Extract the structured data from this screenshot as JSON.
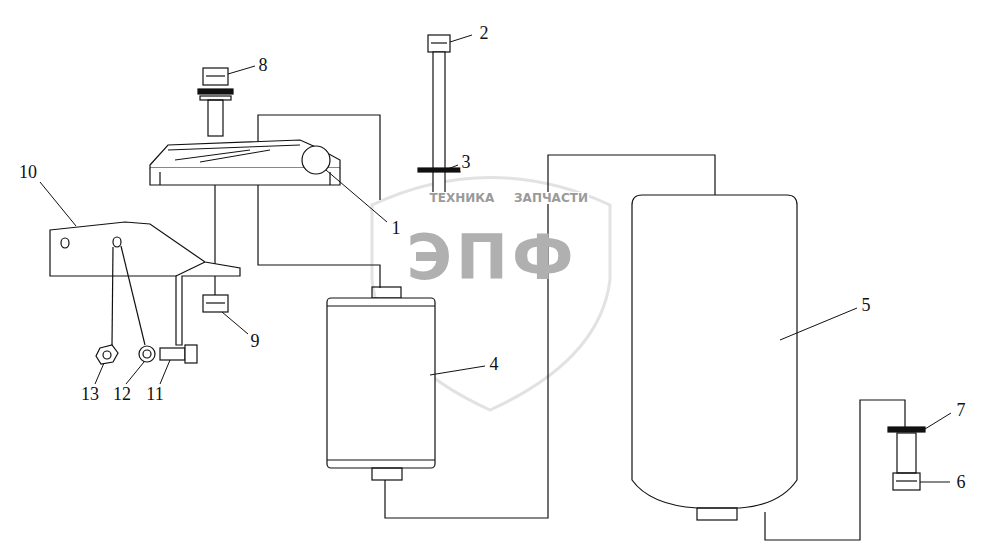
{
  "diagram": {
    "labels": [
      "2",
      "8",
      "10",
      "3",
      "1",
      "5",
      "9",
      "4",
      "13",
      "12",
      "11",
      "7",
      "6",
      "ТЕХНИКА",
      "ЗАПЧАСТИ",
      "ЭПФ"
    ]
  }
}
